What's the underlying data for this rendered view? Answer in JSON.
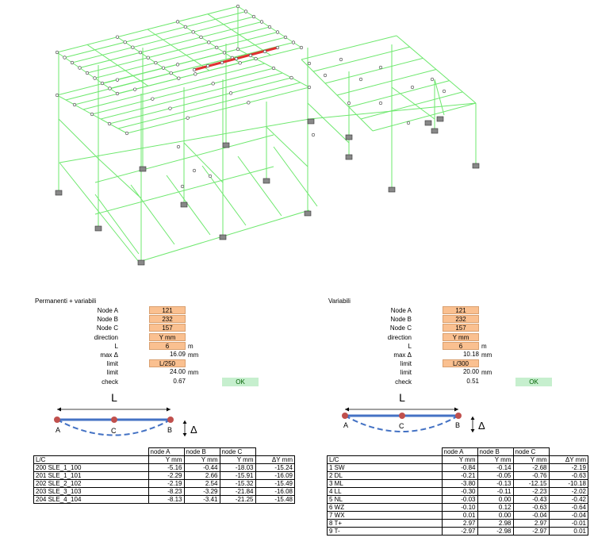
{
  "left_panel": {
    "title": "Permanenti + variabili",
    "fields": [
      {
        "label": "Node A",
        "value": "121",
        "input": true
      },
      {
        "label": "Node B",
        "value": "232",
        "input": true
      },
      {
        "label": "Node C",
        "value": "157",
        "input": true
      },
      {
        "label": "direction",
        "value": "Y mm",
        "input": true
      },
      {
        "label": "L",
        "value": "6",
        "input": true,
        "unit": "m"
      },
      {
        "label": "max Δ",
        "value": "16.09",
        "input": false,
        "unit": "mm"
      },
      {
        "label": "limit",
        "value": "L/250",
        "input": true
      },
      {
        "label": "limit",
        "value": "24.00",
        "input": false,
        "unit": "mm"
      },
      {
        "label": "check",
        "value": "0.67",
        "input": false
      }
    ],
    "status": "OK",
    "diagram": {
      "L": "L",
      "A": "A",
      "B": "B",
      "C": "C",
      "delta": "Δ"
    },
    "table": {
      "node_headers": [
        "node A",
        "node B",
        "node C"
      ],
      "col_headers": [
        "L/C",
        "Y mm",
        "Y mm",
        "Y mm",
        "ΔY mm"
      ],
      "rows": [
        [
          "200 SLE_1_100",
          "-5.16",
          "-0.44",
          "-18.03",
          "-15.24"
        ],
        [
          "201 SLE_1_101",
          "-2.29",
          "2.66",
          "-15.91",
          "-16.09"
        ],
        [
          "202 SLE_2_102",
          "-2.19",
          "2.54",
          "-15.32",
          "-15.49"
        ],
        [
          "203 SLE_3_103",
          "-8.23",
          "-3.29",
          "-21.84",
          "-16.08"
        ],
        [
          "204 SLE_4_104",
          "-8.13",
          "-3.41",
          "-21.25",
          "-15.48"
        ]
      ]
    }
  },
  "right_panel": {
    "title": "Variabili",
    "fields": [
      {
        "label": "Node A",
        "value": "121",
        "input": true
      },
      {
        "label": "Node B",
        "value": "232",
        "input": true
      },
      {
        "label": "Node C",
        "value": "157",
        "input": true
      },
      {
        "label": "direction",
        "value": "Y mm",
        "input": true
      },
      {
        "label": "L",
        "value": "6",
        "input": true,
        "unit": "m"
      },
      {
        "label": "max Δ",
        "value": "10.18",
        "input": false,
        "unit": "mm"
      },
      {
        "label": "limit",
        "value": "L/300",
        "input": true
      },
      {
        "label": "limit",
        "value": "20.00",
        "input": false,
        "unit": "mm"
      },
      {
        "label": "check",
        "value": "0.51",
        "input": false
      }
    ],
    "status": "OK",
    "diagram": {
      "L": "L",
      "A": "A",
      "B": "B",
      "C": "C",
      "delta": "Δ"
    },
    "table": {
      "node_headers": [
        "node A",
        "node B",
        "node C"
      ],
      "col_headers": [
        "L/C",
        "Y mm",
        "Y mm",
        "Y mm",
        "ΔY mm"
      ],
      "rows": [
        [
          "1 SW",
          "-0.84",
          "-0.14",
          "-2.68",
          "-2.19"
        ],
        [
          "2 DL",
          "-0.21",
          "-0.05",
          "-0.76",
          "-0.63"
        ],
        [
          "3 ML",
          "-3.80",
          "-0.13",
          "-12.15",
          "-10.18"
        ],
        [
          "4 LL",
          "-0.30",
          "-0.11",
          "-2.23",
          "-2.02"
        ],
        [
          "5 NL",
          "-0.03",
          "0.00",
          "-0.43",
          "-0.42"
        ],
        [
          "6 WZ",
          "-0.10",
          "0.12",
          "-0.63",
          "-0.64"
        ],
        [
          "7 WX",
          "0.01",
          "0.00",
          "-0.04",
          "-0.04"
        ],
        [
          "8 T+",
          "2.97",
          "2.98",
          "2.97",
          "-0.01"
        ],
        [
          "9 T-",
          "-2.97",
          "-2.98",
          "-2.97",
          "0.01"
        ]
      ]
    }
  },
  "colors": {
    "frame": "#6ee86e",
    "highlight_member": "#e03030",
    "input_cell": "#fac090",
    "ok_fill": "#c6efce",
    "ok_text": "#006100",
    "beam": "#4472c4",
    "node": "#c0504d"
  }
}
